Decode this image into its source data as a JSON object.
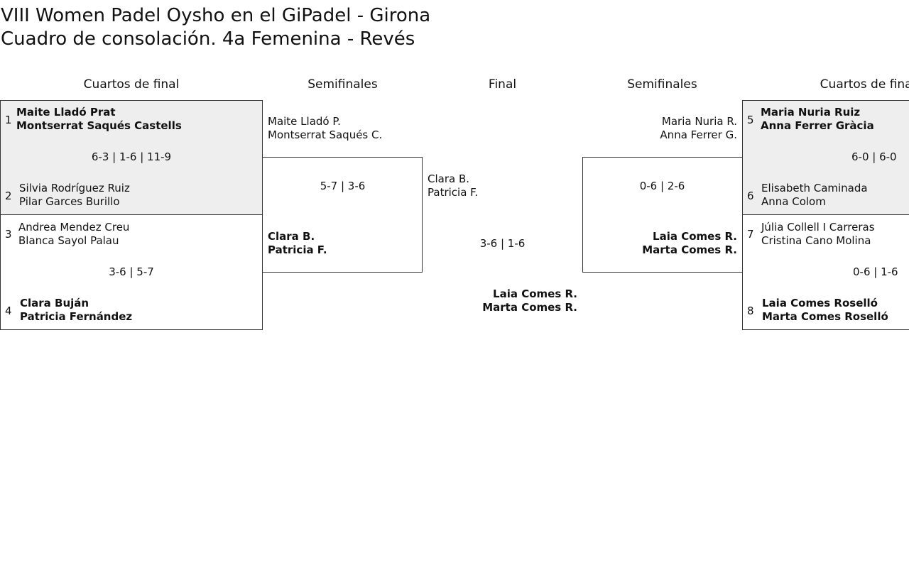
{
  "title": {
    "line1": "VIII Women Padel Oysho en el GiPadel - Girona",
    "line2": "Cuadro de consolación. 4a Femenina - Revés"
  },
  "rounds": {
    "left_qf": "Cuartos de final",
    "left_sf": "Semifinales",
    "final": "Final",
    "right_sf": "Semifinales",
    "right_qf": "Cuartos de final"
  },
  "left_qf": {
    "match1": {
      "team1": {
        "seed": "1",
        "p1": "Maite Lladó Prat",
        "p2": "Montserrat Saqués Castells"
      },
      "score": "6-3 | 1-6 | 11-9",
      "team2": {
        "seed": "2",
        "p1": "Silvia Rodríguez Ruiz",
        "p2": "Pilar Garces Burillo"
      }
    },
    "match2": {
      "team1": {
        "seed": "3",
        "p1": "Andrea Mendez Creu",
        "p2": "Blanca Sayol Palau"
      },
      "score": "3-6 | 5-7",
      "team2": {
        "seed": "4",
        "p1": "Clara Buján",
        "p2": "Patricia Fernández"
      }
    }
  },
  "left_sf": {
    "team1": {
      "p1": "Maite Lladó P.",
      "p2": "Montserrat Saqués C."
    },
    "score": "5-7 | 3-6",
    "team2": {
      "p1": "Clara B.",
      "p2": "Patricia F."
    }
  },
  "final": {
    "team1": {
      "p1": "Clara B.",
      "p2": "Patricia F."
    },
    "score": "3-6 | 1-6",
    "team2": {
      "p1": "Laia Comes R.",
      "p2": "Marta Comes R."
    }
  },
  "right_sf": {
    "team1": {
      "p1": "Maria Nuria R.",
      "p2": "Anna Ferrer G."
    },
    "score": "0-6 | 2-6",
    "team2": {
      "p1": "Laia Comes R.",
      "p2": "Marta Comes R."
    }
  },
  "right_qf": {
    "match1": {
      "team1": {
        "seed": "5",
        "p1": "Maria Nuria Ruiz",
        "p2": "Anna Ferrer Gràcia"
      },
      "score": "6-0 | 6-0",
      "team2": {
        "seed": "6",
        "p1": "Elisabeth Caminada",
        "p2": "Anna Colom"
      }
    },
    "match2": {
      "team1": {
        "seed": "7",
        "p1": "Júlia Collell I Carreras",
        "p2": "Cristina Cano Molina"
      },
      "score": "0-6 | 1-6",
      "team2": {
        "seed": "8",
        "p1": "Laia Comes Roselló",
        "p2": "Marta Comes Roselló"
      }
    }
  }
}
